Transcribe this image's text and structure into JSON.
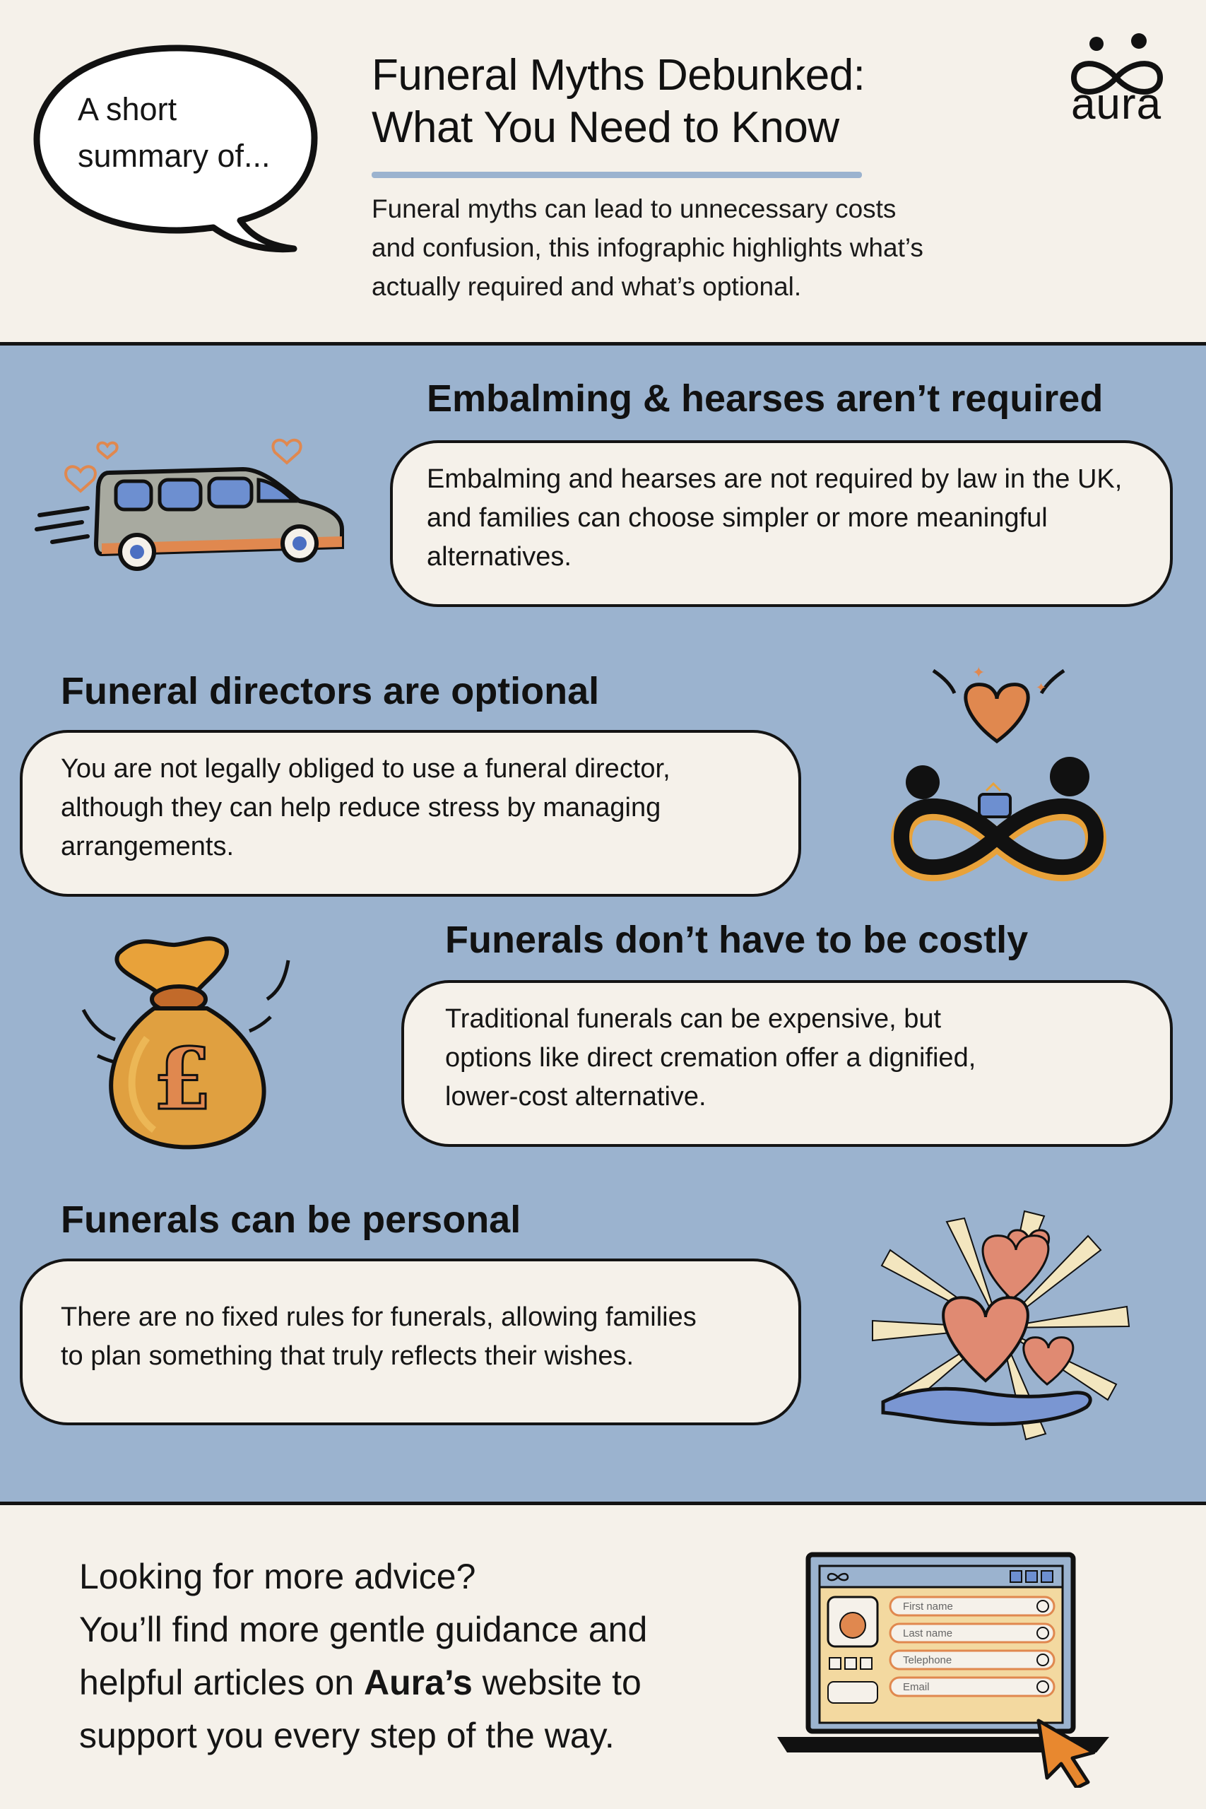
{
  "header": {
    "bubble_line1": "A short",
    "bubble_line2": "summary of...",
    "title_line1": "Funeral Myths Debunked:",
    "title_line2": "What You Need to Know",
    "intro_line1": "Funeral myths can lead to unnecessary costs",
    "intro_line2": "and confusion, this infographic highlights what’s",
    "intro_line3": "actually required and what’s optional.",
    "logo_word": "aura"
  },
  "myths": [
    {
      "heading": "Embalming & hearses aren’t required",
      "lines": [
        "Embalming and hearses are not required by law in the UK,",
        "and families can choose simpler or more meaningful",
        "alternatives."
      ]
    },
    {
      "heading": "Funeral directors are optional",
      "lines": [
        "You are not legally obliged to use a funeral director,",
        "although they can help reduce stress by managing",
        "arrangements."
      ]
    },
    {
      "heading": "Funerals don’t have to be costly",
      "lines": [
        "Traditional funerals can be expensive, but",
        "options like direct cremation offer a dignified,",
        "lower-cost alternative."
      ]
    },
    {
      "heading": "Funerals can be personal",
      "lines": [
        "There are no fixed rules for funerals, allowing families",
        "to plan something that truly reflects their wishes."
      ]
    }
  ],
  "footer": {
    "line1": "Looking for more advice?",
    "line2": "You’ll find more gentle guidance and",
    "line3_before": "helpful articles on ",
    "line3_bold": "Aura’s",
    "line3_after": " website to",
    "line4": "support you every step of the way.",
    "form_fields": [
      "First name",
      "Last name",
      "Telephone",
      "Email"
    ]
  },
  "colors": {
    "background": "#f5f1ea",
    "section_blue": "#9bb3cf",
    "outline": "#141414",
    "accent_orange": "#e0884f",
    "accent_gold": "#e8a23a",
    "heart_pink": "#e08a72"
  }
}
